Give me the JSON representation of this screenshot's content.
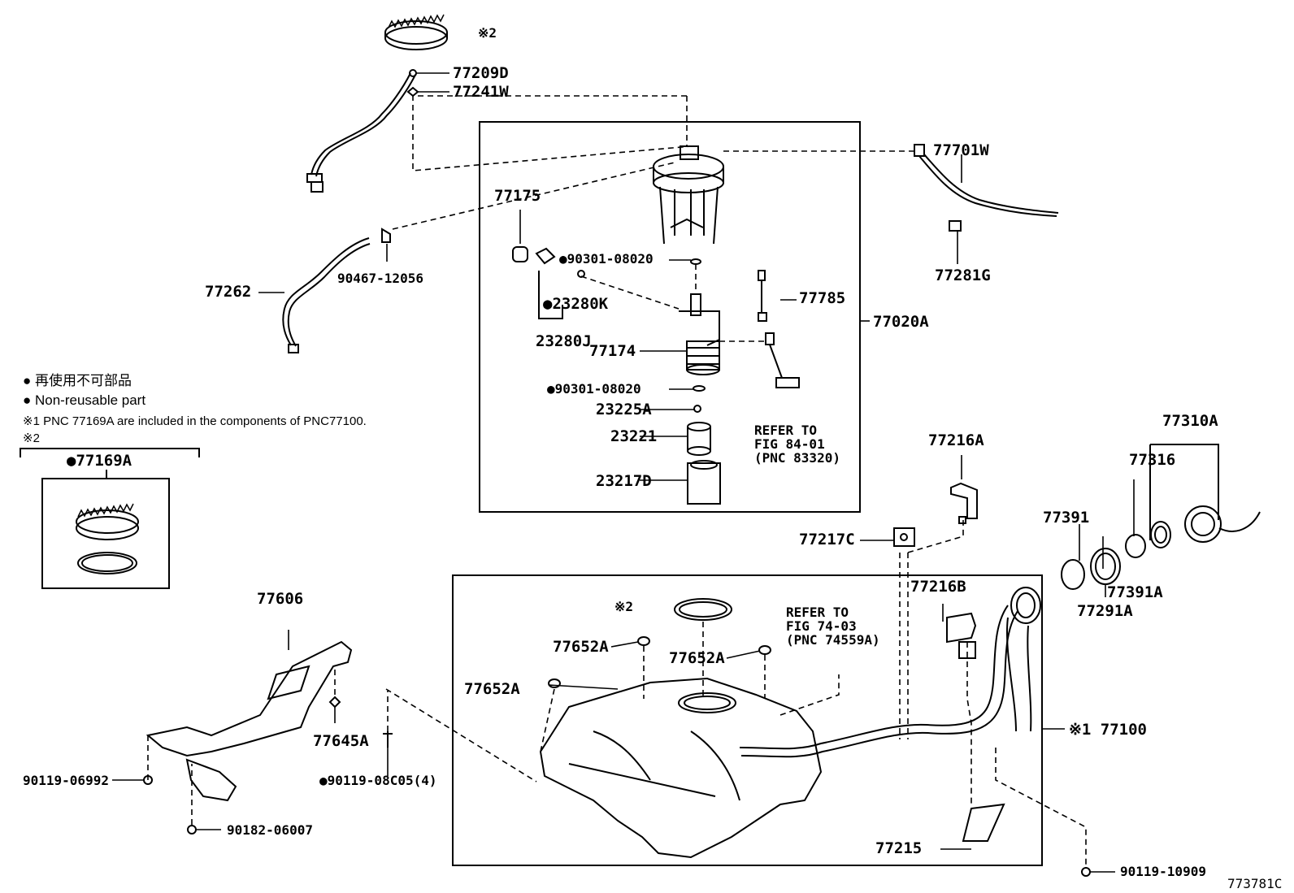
{
  "diagram_code": "773781C",
  "legend": {
    "non_reusable_jp": "● 再使用不可部品",
    "non_reusable_en": "● Non-reusable part",
    "note1": "※1 PNC 77169A are included in the components of PNC77100.",
    "note2": "※2"
  },
  "parts": {
    "p_ring_mark": "※2",
    "p77209D": "77209D",
    "p77241W": "77241W",
    "p77701W": "77701W",
    "p77175": "77175",
    "p77281G": "77281G",
    "p77262": "77262",
    "p90467_12056": "90467-12056",
    "p90301_08020_a": "●90301-08020",
    "p23280K": "●23280K",
    "p23280J": "23280J",
    "p77785": "77785",
    "p77020A": "77020A",
    "p77174": "77174",
    "p90301_08020_b": "●90301-08020",
    "p23225A": "23225A",
    "p23221": "23221",
    "p23217D": "23217D",
    "p77169A": "●77169A",
    "p77216A": "77216A",
    "p77310A": "77310A",
    "p77316": "77316",
    "p77391": "77391",
    "p77217C": "77217C",
    "p77391A": "77391A",
    "p77291A": "77291A",
    "p77606": "77606",
    "p77216B": "77216B",
    "p_seal_mark": "※2",
    "p77652A_a": "77652A",
    "p77652A_b": "77652A",
    "p77652A_c": "77652A",
    "p77645A": "77645A",
    "p77100": "※1 77100",
    "p90119_06992": "90119-06992",
    "p90119_08C05": "●90119-08C05(4)",
    "p90182_06007": "90182-06007",
    "p77215": "77215",
    "p90119_10909": "90119-10909"
  },
  "refs": {
    "ref_fig84": "REFER TO\nFIG 84-01\n(PNC 83320)",
    "ref_fig74": "REFER TO\nFIG 74-03\n(PNC 74559A)"
  }
}
